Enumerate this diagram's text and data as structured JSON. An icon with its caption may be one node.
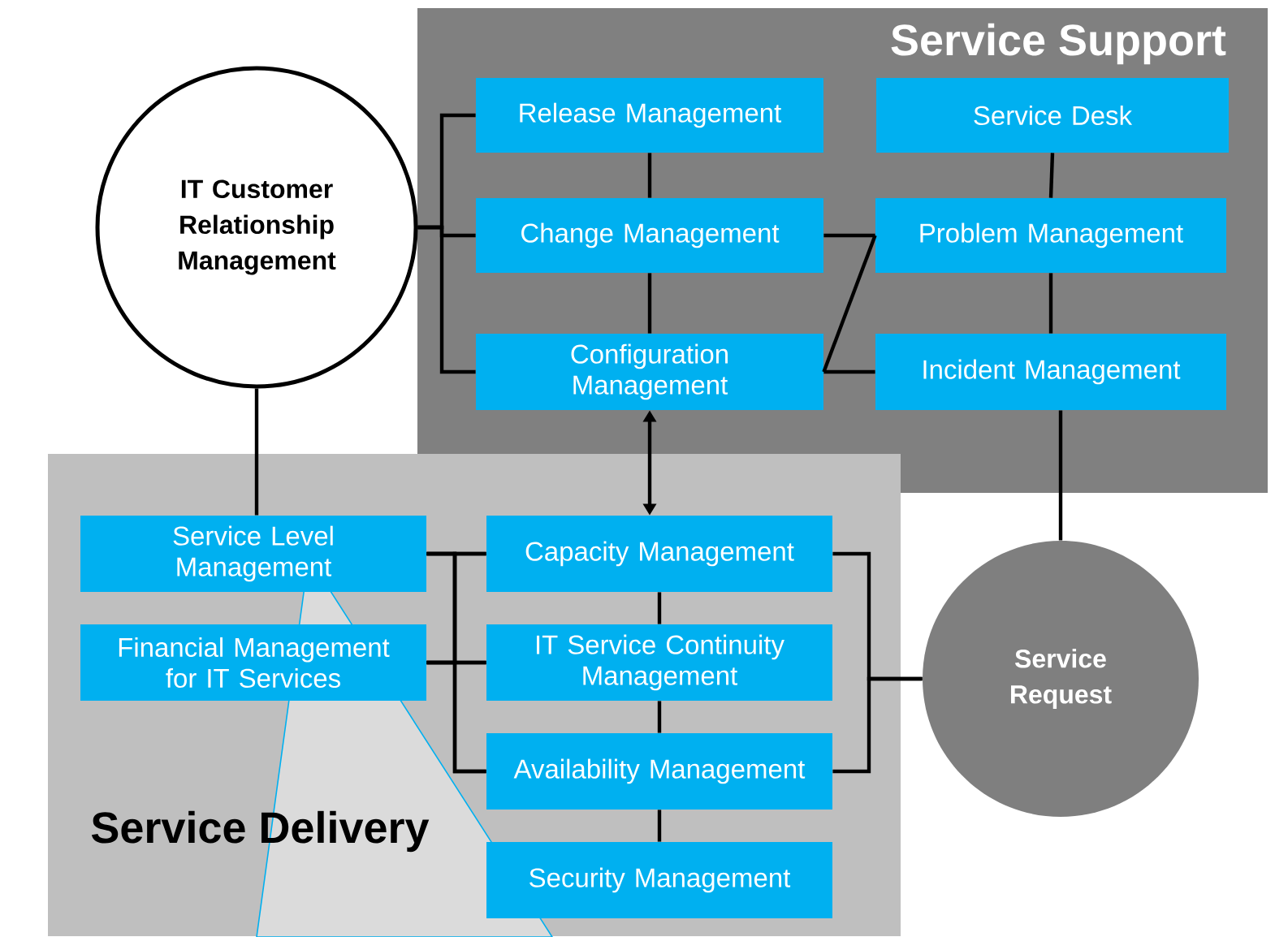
{
  "diagram": {
    "nodes": [
      {
        "text": [
          "Service Support"
        ]
      },
      {
        "text": [
          "Release Management"
        ],
        "in": 0
      },
      {
        "text": [
          "Service Desk"
        ],
        "in": 0
      },
      {
        "text": [
          "Change Management"
        ],
        "in": 0
      },
      {
        "text": [
          "Problem Management"
        ],
        "in": 0
      },
      {
        "text": [
          "Configuration Management"
        ],
        "in": 0
      },
      {
        "text": [
          "Incident Management"
        ],
        "in": 0
      },
      {
        "text": [
          "IT Customer Relationship Management"
        ]
      },
      {
        "text": [
          "Service Delivery"
        ]
      },
      {
        "text": [
          "Service Level Management"
        ],
        "in": 8
      },
      {
        "text": [
          "Capacity Management"
        ],
        "in": 8
      },
      {
        "text": [
          "Financial Management for IT Services"
        ],
        "in": 8
      },
      {
        "text": [
          "IT Service Continuity Management"
        ],
        "in": 8
      },
      {
        "text": [
          "Availability Management"
        ],
        "in": 8
      },
      {
        "text": [
          "Security Management"
        ],
        "in": 8
      },
      {
        "text": [
          "Service Request"
        ]
      }
    ],
    "edges": [
      {
        "from": 7,
        "to": 1,
        "arrow": "none"
      },
      {
        "from": 7,
        "to": 3,
        "arrow": "none"
      },
      {
        "from": 7,
        "to": 5,
        "arrow": "none"
      },
      {
        "from": 1,
        "to": 3,
        "arrow": "none"
      },
      {
        "from": 3,
        "to": 5,
        "arrow": "none"
      },
      {
        "from": 2,
        "to": 4,
        "arrow": "none"
      },
      {
        "from": 4,
        "to": 6,
        "arrow": "none"
      },
      {
        "from": 3,
        "to": 4,
        "arrow": "none"
      },
      {
        "from": 4,
        "to": 5,
        "arrow": "none"
      },
      {
        "from": 5,
        "to": 6,
        "arrow": "none"
      },
      {
        "from": 6,
        "to": 15,
        "arrow": "none"
      },
      {
        "from": 5,
        "to": 10,
        "arrow": "both"
      },
      {
        "from": 7,
        "to": 9,
        "arrow": "none"
      },
      {
        "from": 9,
        "to": 10,
        "arrow": "none"
      },
      {
        "from": 9,
        "to": 12,
        "arrow": "none"
      },
      {
        "from": 9,
        "to": 13,
        "arrow": "none"
      },
      {
        "from": 11,
        "to": 10,
        "arrow": "none"
      },
      {
        "from": 11,
        "to": 12,
        "arrow": "none"
      },
      {
        "from": 11,
        "to": 13,
        "arrow": "none"
      },
      {
        "from": 10,
        "to": 12,
        "arrow": "none"
      },
      {
        "from": 12,
        "to": 13,
        "arrow": "none"
      },
      {
        "from": 13,
        "to": 14,
        "arrow": "none"
      },
      {
        "from": 10,
        "to": 15,
        "arrow": "none"
      },
      {
        "from": 13,
        "to": 15,
        "arrow": "none"
      }
    ]
  }
}
